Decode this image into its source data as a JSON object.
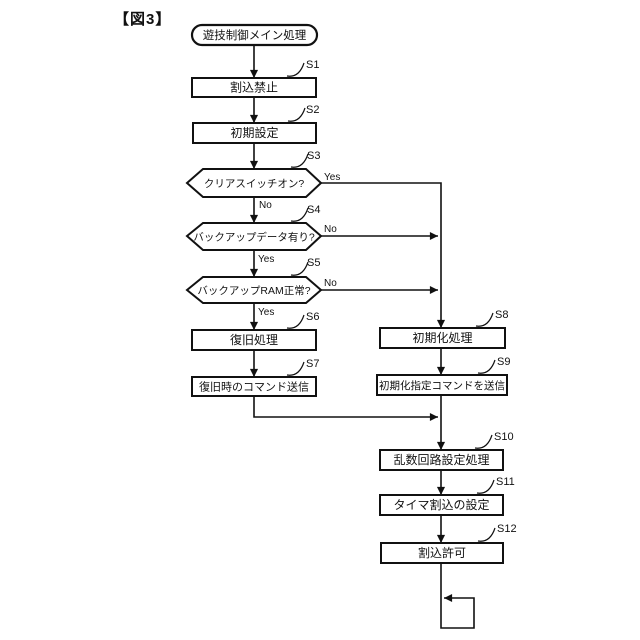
{
  "figure_title": "【図3】",
  "flowchart": {
    "start": {
      "label": "遊技制御メイン処理"
    },
    "branch": {
      "yes": "Yes",
      "no": "No"
    },
    "steps": [
      {
        "id": "S1",
        "label": "割込禁止",
        "type": "process"
      },
      {
        "id": "S2",
        "label": "初期設定",
        "type": "process"
      },
      {
        "id": "S3",
        "label": "クリアスイッチオン?",
        "type": "decision"
      },
      {
        "id": "S4",
        "label": "バックアップデータ有り?",
        "type": "decision"
      },
      {
        "id": "S5",
        "label": "バックアップRAM正常?",
        "type": "decision"
      },
      {
        "id": "S6",
        "label": "復旧処理",
        "type": "process"
      },
      {
        "id": "S7",
        "label": "復旧時のコマンド送信",
        "type": "process"
      },
      {
        "id": "S8",
        "label": "初期化処理",
        "type": "process"
      },
      {
        "id": "S9",
        "label": "初期化指定コマンドを送信",
        "type": "process"
      },
      {
        "id": "S10",
        "label": "乱数回路設定処理",
        "type": "process"
      },
      {
        "id": "S11",
        "label": "タイマ割込の設定",
        "type": "process"
      },
      {
        "id": "S12",
        "label": "割込許可",
        "type": "process"
      }
    ]
  },
  "colors": {
    "line": "#111111",
    "background": "#ffffff"
  }
}
